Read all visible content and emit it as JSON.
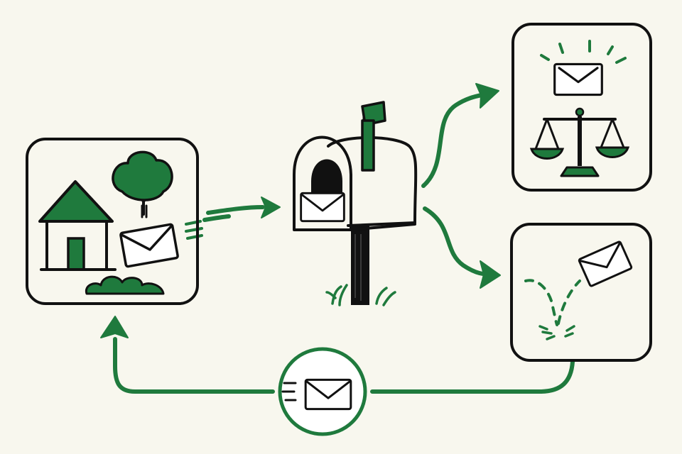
{
  "colors": {
    "background": "#f8f7ee",
    "ink": "#111111",
    "accent": "#1f7a3d",
    "paper": "#ffffff"
  },
  "nodes": [
    {
      "id": "home",
      "icons": [
        "house-icon",
        "tree-icon",
        "envelope-icon",
        "bush-icon"
      ]
    },
    {
      "id": "mailbox",
      "icons": [
        "mailbox-icon",
        "flag-icon",
        "envelope-icon",
        "grass-icon"
      ]
    },
    {
      "id": "delivered",
      "icons": [
        "envelope-icon",
        "scales-icon",
        "shine-icon"
      ]
    },
    {
      "id": "bounced",
      "icons": [
        "envelope-icon",
        "bounce-trail-icon"
      ]
    },
    {
      "id": "return",
      "icons": [
        "envelope-icon"
      ]
    }
  ],
  "edges": [
    {
      "from": "home",
      "to": "mailbox"
    },
    {
      "from": "mailbox",
      "to": "delivered"
    },
    {
      "from": "mailbox",
      "to": "bounced"
    },
    {
      "from": "bounced",
      "to": "return"
    },
    {
      "from": "return",
      "to": "home"
    }
  ]
}
